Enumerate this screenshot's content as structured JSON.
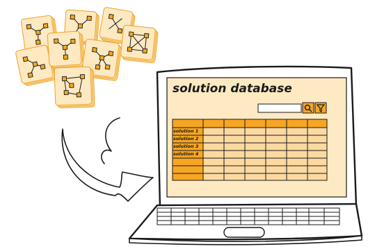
{
  "app": {
    "title": "solution database",
    "search_placeholder": "",
    "search_icon": "magnifier-icon",
    "filter_icon": "filter-icon"
  },
  "table": {
    "rows": [
      "solution 1",
      "solution 2",
      "solution 3",
      "solution 4"
    ]
  },
  "colors": {
    "card": "#fce8b8",
    "card_edge": "#f0a020",
    "node": "#f5a623",
    "screen": "#fde9c2",
    "table_cell": "#fbd9a0",
    "header": "#f6a623",
    "ink": "#1a1a1a"
  }
}
